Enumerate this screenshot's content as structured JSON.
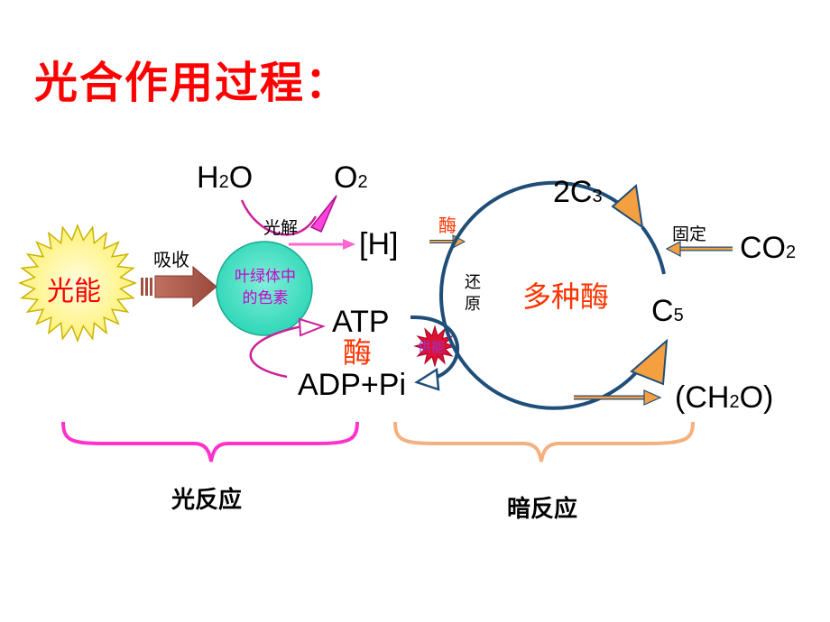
{
  "title": "光合作用过程：",
  "light_energy": "光能",
  "absorb": "吸收",
  "pigment_line1": "叶绿体中",
  "pigment_line2": "的色素",
  "water": {
    "main": "H",
    "sub": "2",
    "tail": "O"
  },
  "oxygen": {
    "main": "O",
    "sub": "2"
  },
  "photolysis": "光解",
  "hydrogen": "[H]",
  "enzyme_small": "酶",
  "atp": "ATP",
  "enzyme_big": "酶",
  "energy_badge": "供能",
  "adp": "ADP+Pi",
  "reduce_line1": "还",
  "reduce_line2": "原",
  "many_enzymes": "多种酶",
  "c3": {
    "pre": "2C",
    "sub": "3"
  },
  "fixation": "固定",
  "co2": {
    "main": "CO",
    "sub": "2"
  },
  "c5": {
    "main": "C",
    "sub": "5"
  },
  "ch2o": {
    "pre": "(CH",
    "sub": "2",
    "tail": "O)"
  },
  "light_reaction": "光反应",
  "dark_reaction": "暗反应",
  "colors": {
    "title": "#ff0000",
    "sun": "#fff59a",
    "pigment": "#40e0c0",
    "magenta": "#ff33cc",
    "navy": "#1f4e79",
    "orange": "#f5a040",
    "brown": "#b05a4a",
    "enzyme": "#ff3300"
  }
}
